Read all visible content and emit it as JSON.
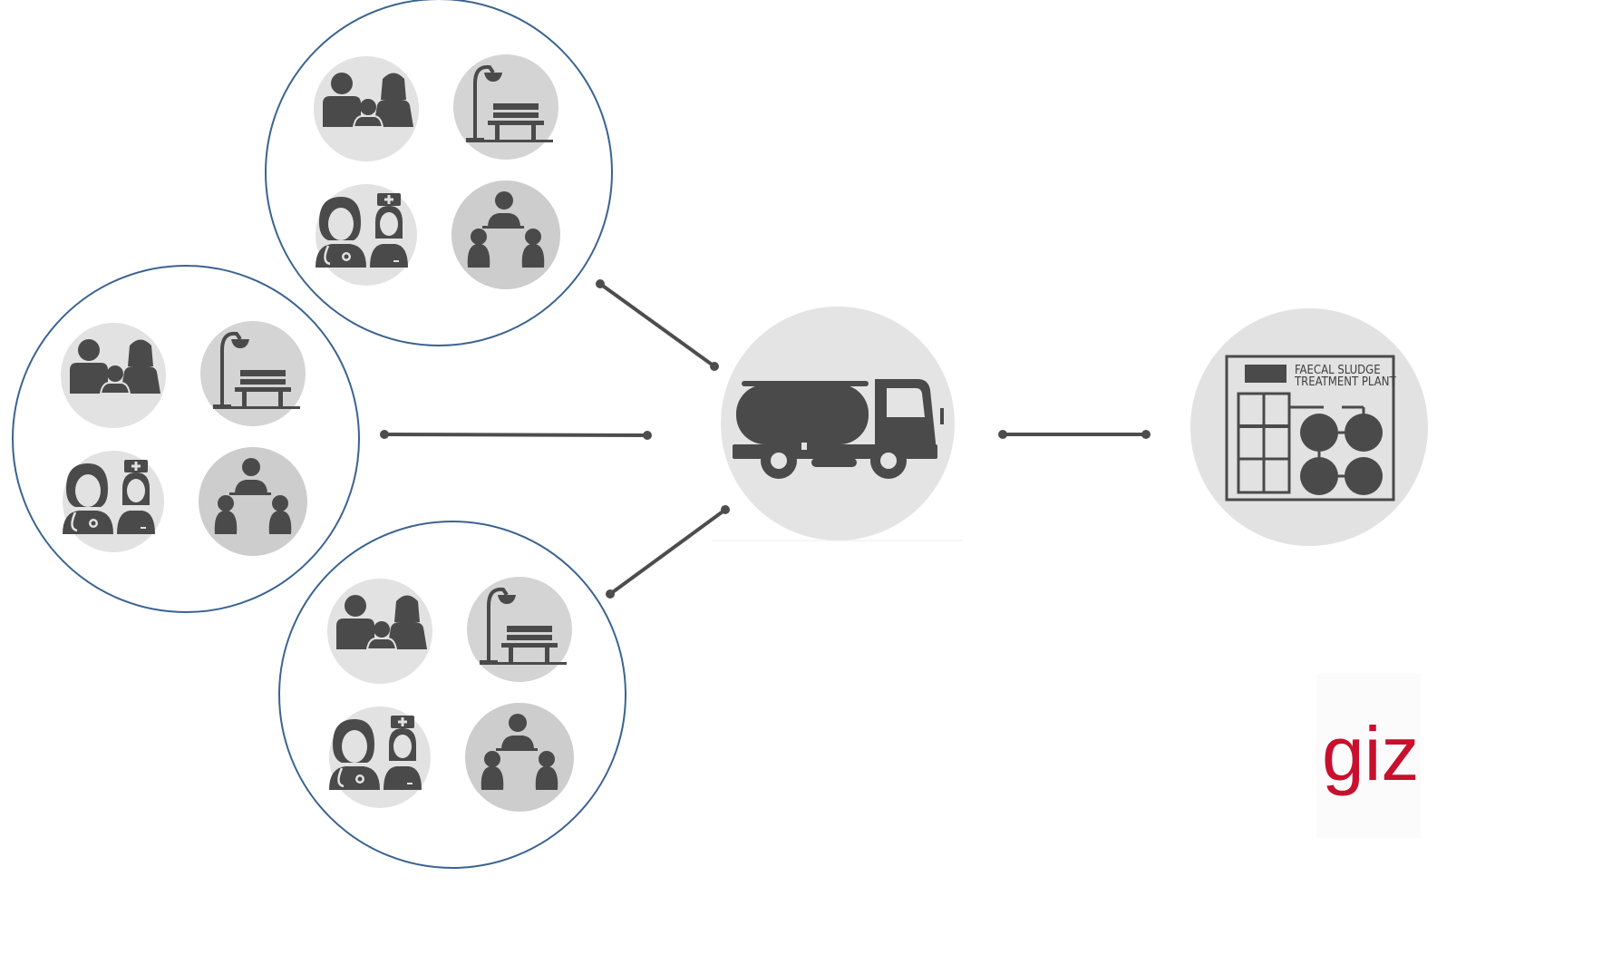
{
  "colors": {
    "cluster_ring": "#3a6391",
    "icon_dark": "#4a4a4a",
    "icon_bg_light": "#e2e2e2",
    "icon_bg_mid": "#cdcdcd",
    "hub_bg": "#e4e4e4",
    "connector": "#4d4d4d",
    "logo": "#c8102e"
  },
  "clusters": [
    {
      "id": "top",
      "icons": [
        "family-icon",
        "public-space-icon",
        "health-worker-icon",
        "meeting-icon"
      ]
    },
    {
      "id": "middle",
      "icons": [
        "family-icon",
        "public-space-icon",
        "health-worker-icon",
        "meeting-icon"
      ]
    },
    {
      "id": "bottom",
      "icons": [
        "family-icon",
        "public-space-icon",
        "health-worker-icon",
        "meeting-icon"
      ]
    }
  ],
  "hub": {
    "icon": "tanker-truck-icon"
  },
  "plant": {
    "icon": "treatment-plant-icon",
    "label_line1": "FAECAL SLUDGE",
    "label_line2": "TREATMENT PLANT"
  },
  "logo": {
    "text": "giz"
  }
}
